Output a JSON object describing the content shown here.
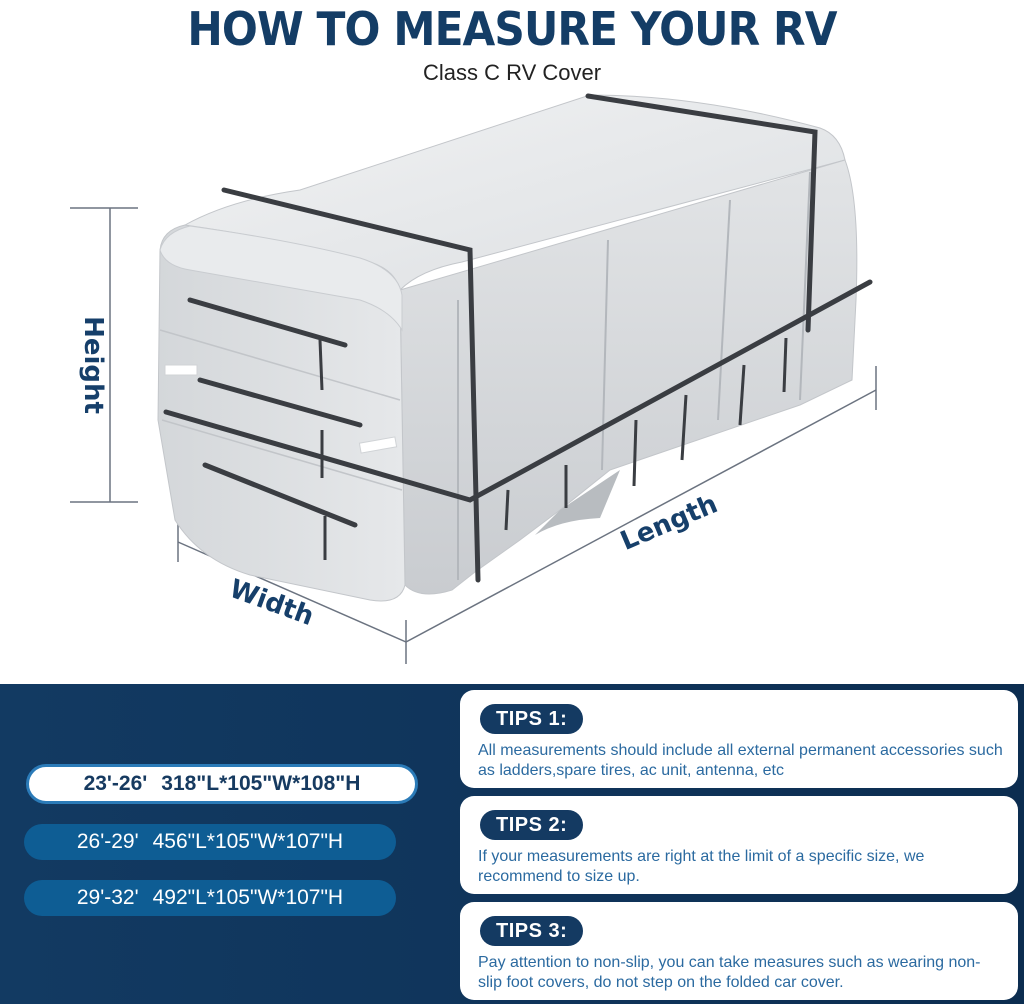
{
  "header": {
    "title": "HOW TO MEASURE YOUR RV",
    "subtitle": "Class C RV Cover"
  },
  "dimensions": {
    "height_label": "Height",
    "width_label": "Width",
    "length_label": "Length"
  },
  "sizes": [
    {
      "range": "23'-26'",
      "spec": "318\"L*105\"W*108\"H",
      "selected": true
    },
    {
      "range": "26'-29'",
      "spec": "456\"L*105\"W*107\"H",
      "selected": false
    },
    {
      "range": "29'-32'",
      "spec": "492\"L*105\"W*107\"H",
      "selected": false
    }
  ],
  "tips": [
    {
      "label": "TIPS 1:",
      "text": "All measurements should include all external permanent accessories such as ladders,spare tires, ac unit, antenna, etc"
    },
    {
      "label": "TIPS 2:",
      "text": "If your measurements are right at the limit of a specific size, we recommend to size up."
    },
    {
      "label": "TIPS 3:",
      "text": "Pay attention to non-slip, you can take measures such as wearing non-slip foot covers, do not step on the folded car cover."
    }
  ],
  "colors": {
    "navy": "#143d66",
    "panel_bg": "#0f3359",
    "pill_blue": "#0e5d94",
    "tip_text": "#2b6aa0",
    "cover_silver": "#d9dbdd"
  }
}
